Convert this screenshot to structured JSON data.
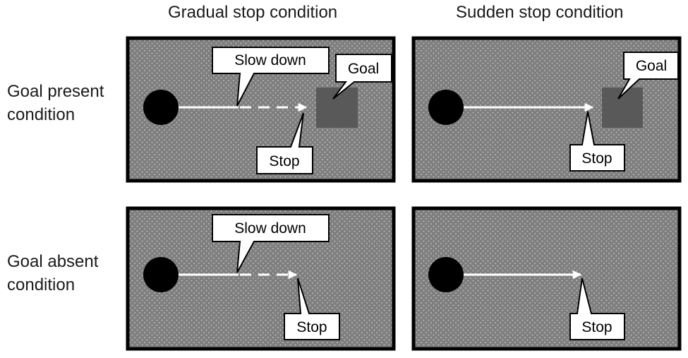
{
  "columns": {
    "gradual": "Gradual stop condition",
    "sudden": "Sudden stop condition"
  },
  "rows": {
    "present_line1": "Goal present",
    "present_line2": "condition",
    "absent_line1": "Goal absent",
    "absent_line2": "condition"
  },
  "callouts": {
    "slow_down": "Slow down",
    "goal": "Goal",
    "stop": "Stop"
  },
  "colors": {
    "panel_fill": "#7f7f7f",
    "panel_border": "#000000",
    "goal_square": "#595959",
    "arrow": "#ffffff",
    "ball": "#000000"
  }
}
